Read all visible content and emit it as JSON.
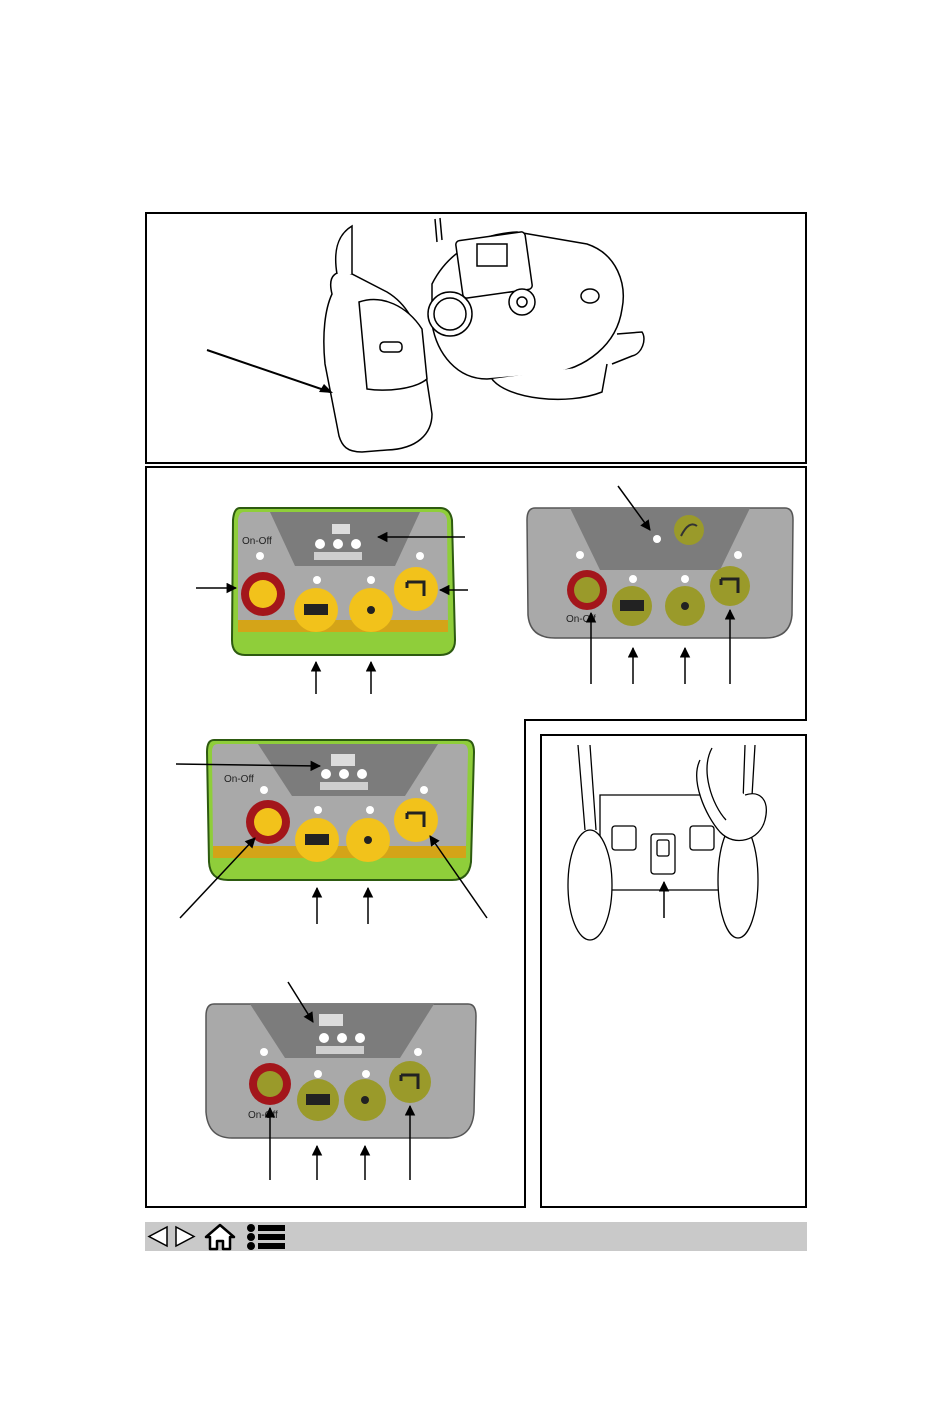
{
  "figure": {
    "panels": {
      "panel_a": {
        "on_off_label": "On-Off"
      },
      "panel_b": {
        "on_off_label": "On-Off"
      },
      "panel_c": {
        "on_off_label": "On-Off"
      },
      "panel_d": {
        "on_off_label": "On-Off"
      }
    }
  },
  "navigation": {
    "icons": [
      "previous-page-icon",
      "next-page-icon",
      "home-icon",
      "table-of-contents-icon"
    ]
  },
  "colors": {
    "button_yellow": "#f2c21b",
    "button_red": "#a3161b",
    "button_olive": "#9a9a2a",
    "panel_grey": "#a9a9a9",
    "trim_green": "#8fce3a",
    "nav_bar": "#c9c9c9"
  }
}
